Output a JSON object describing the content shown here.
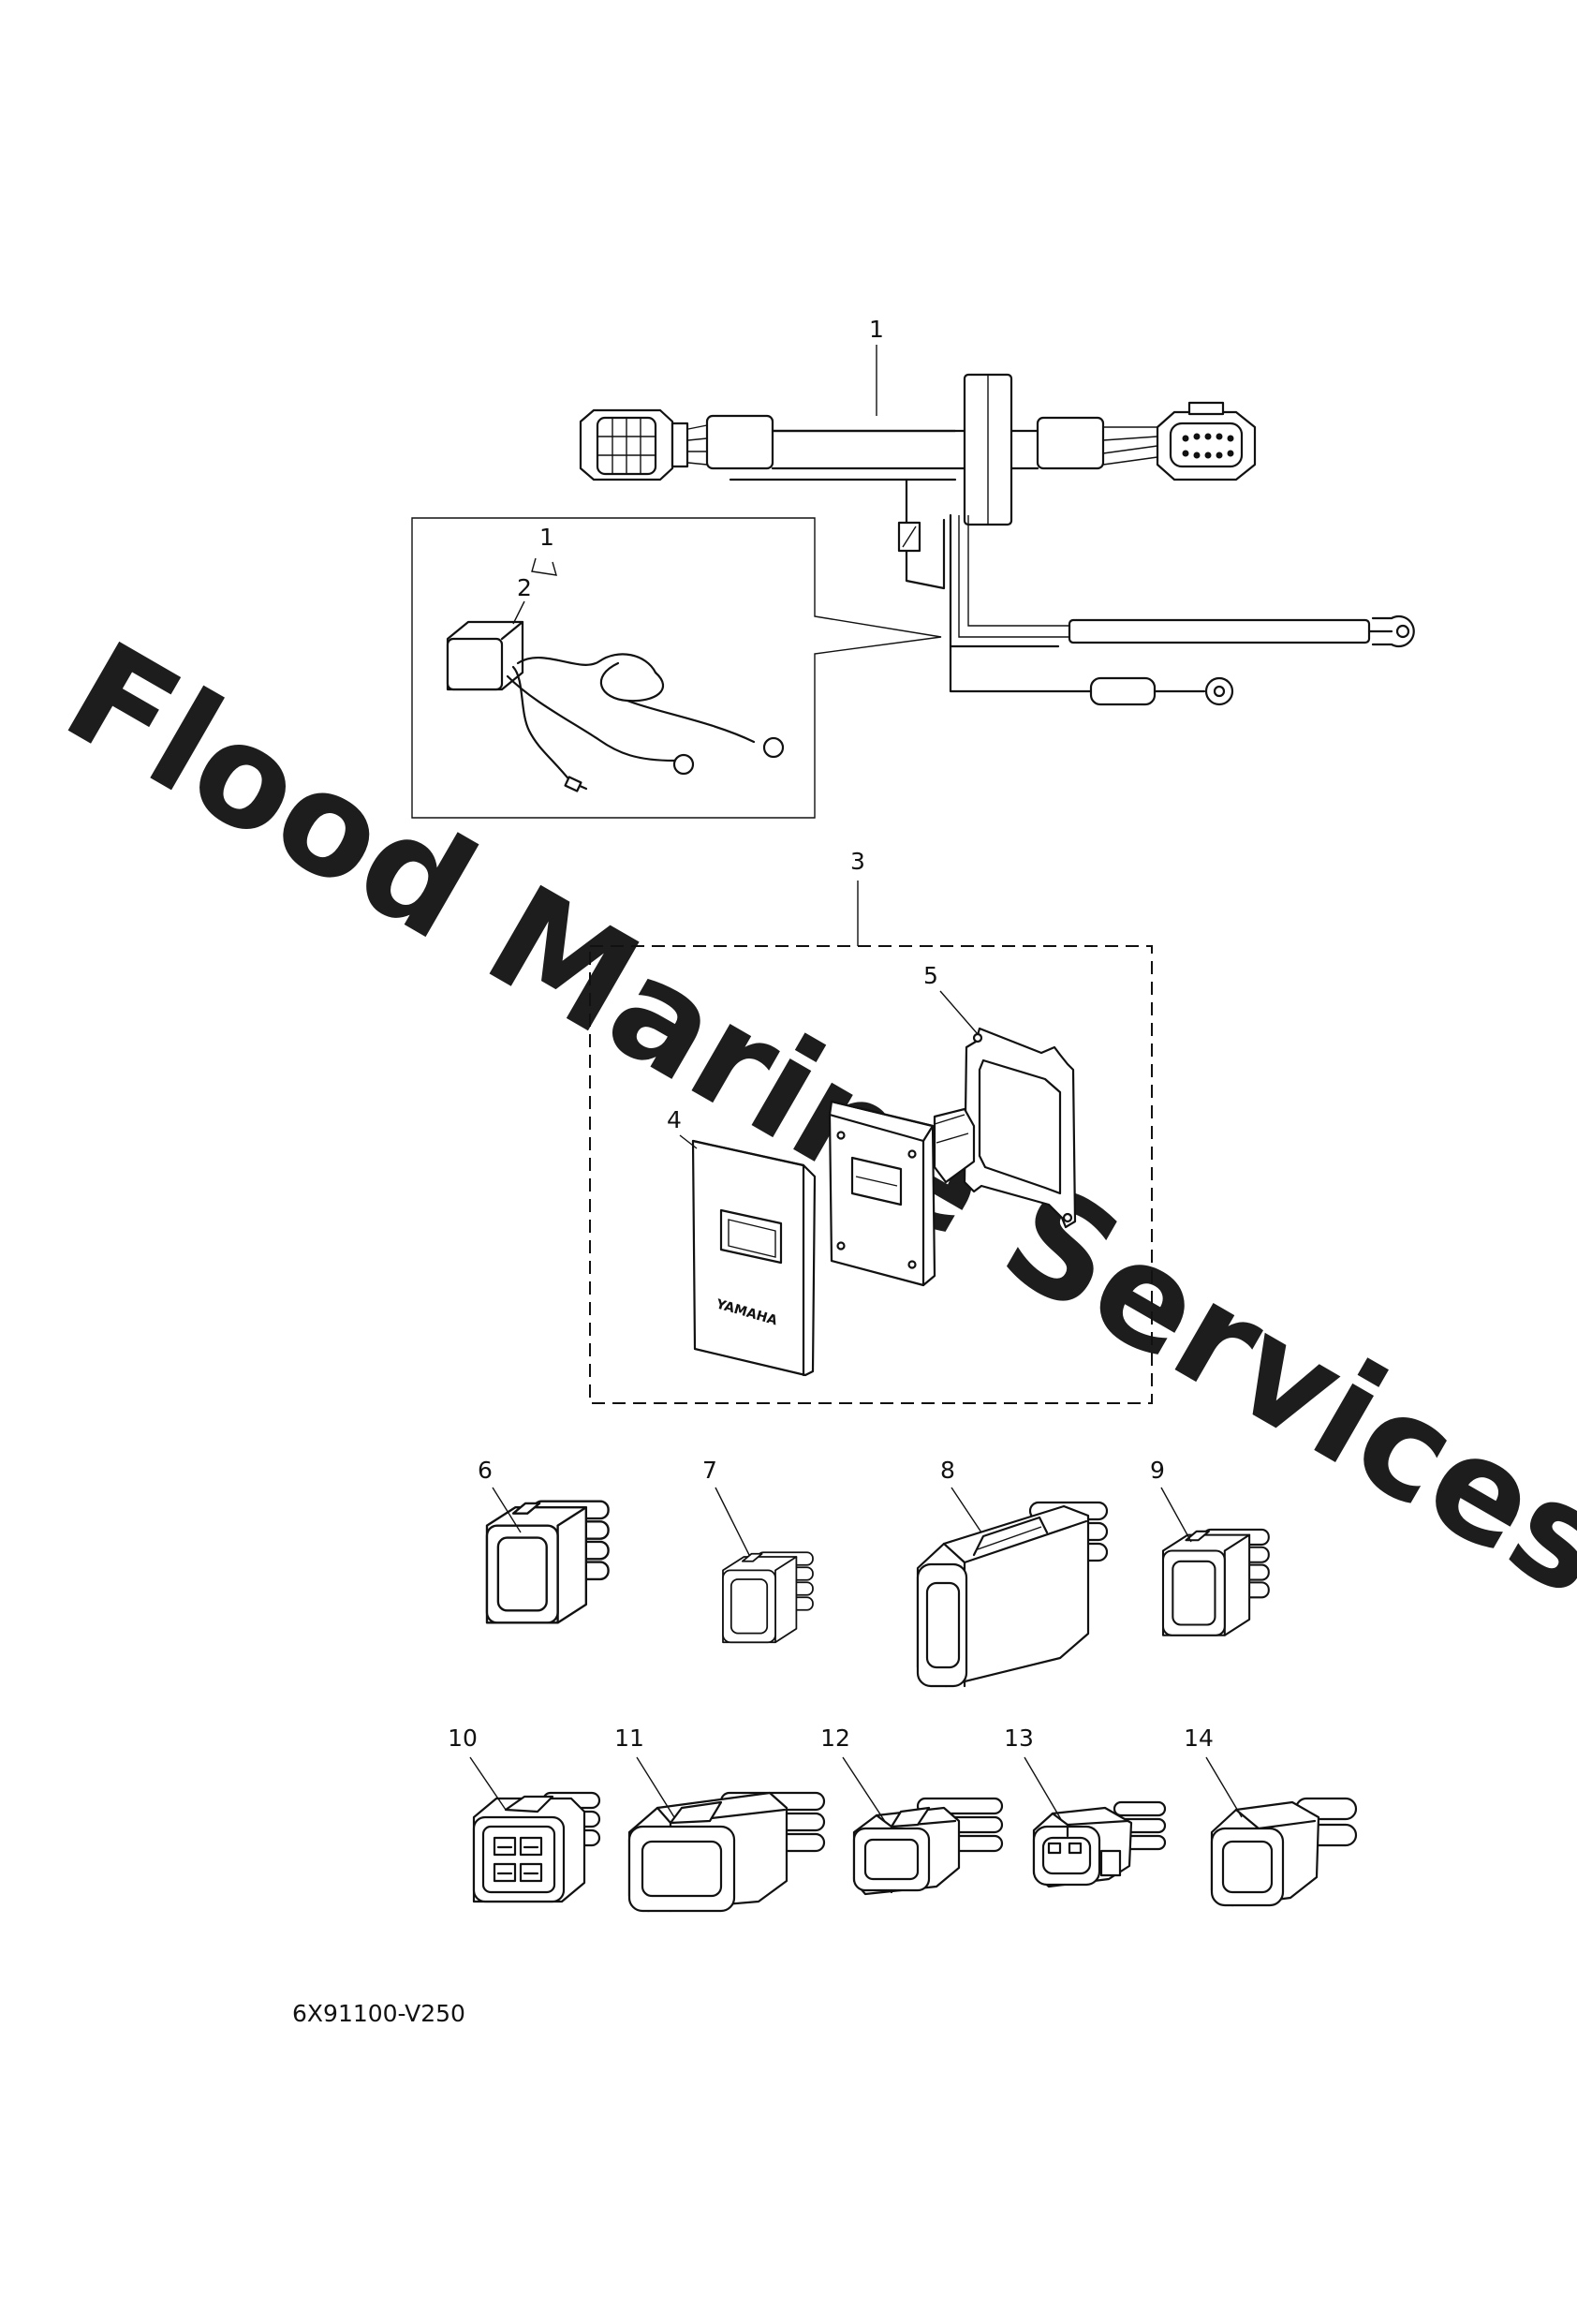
{
  "watermark": "Flood Marine Services",
  "diagram_code": "6X91100-V250",
  "panel_logo": "YAMAHA",
  "callouts": {
    "p1": "1",
    "p1_inset": "1",
    "p2": "2",
    "p3": "3",
    "p4": "4",
    "p5": "5",
    "p6": "6",
    "p7": "7",
    "p8": "8",
    "p9": "9",
    "p10": "10",
    "p11": "11",
    "p12": "12",
    "p13": "13",
    "p14": "14"
  }
}
